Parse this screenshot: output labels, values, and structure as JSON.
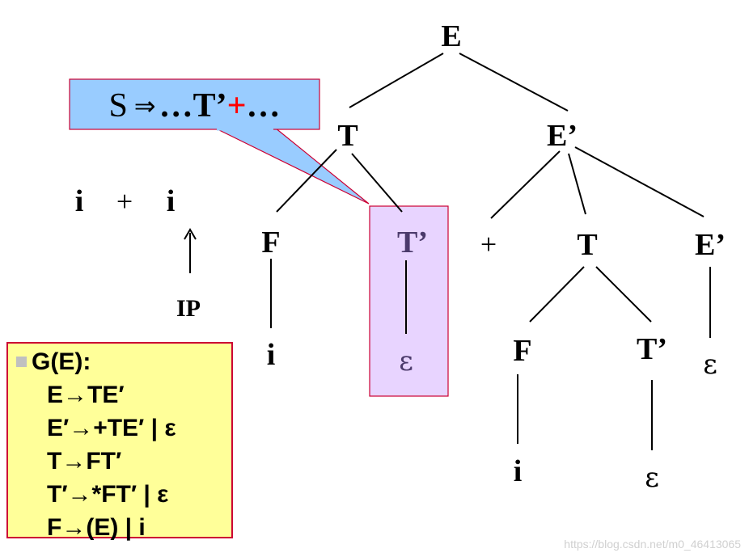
{
  "tree": {
    "root": "E",
    "t1": "T",
    "e1": "E’",
    "f1": "F",
    "tp1": "T’",
    "plus": "+",
    "t2": "T",
    "e2": "E’",
    "i1": "i",
    "eps1": "ε",
    "f2": "F",
    "tp2": "T’",
    "eps3": "ε",
    "i2": "i",
    "eps2": "ε"
  },
  "input": {
    "tokens": [
      "i",
      "+",
      "i"
    ],
    "pointer_label": "IP"
  },
  "callout": {
    "s": "S",
    "arrow": "⇒",
    "dots1": "…T’",
    "plus": "+",
    "dots2": "…"
  },
  "grammar": {
    "title": "G(E):",
    "productions": [
      "E→TE′",
      "E′→+TE′ | ε",
      "T→FT′",
      "T′→*FT′ | ε",
      "F→(E) | i"
    ]
  },
  "watermark": "https://blog.csdn.net/m0_46413065",
  "colors": {
    "callout_fill": "#99ccff",
    "callout_border": "#cc0033",
    "highlight_fill": "#e8d4ff",
    "highlight_border": "#cc0033",
    "grammar_fill": "#ffff99",
    "red_text": "#ff0000"
  }
}
